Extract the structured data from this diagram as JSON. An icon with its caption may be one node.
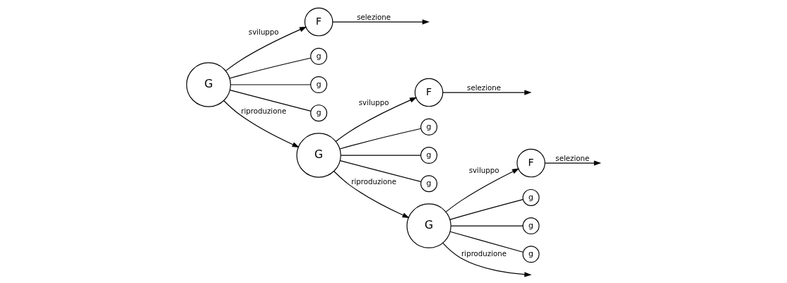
{
  "diagram": {
    "nodes": [
      {
        "text": [
          "G"
        ]
      },
      {
        "text": [
          "F"
        ]
      },
      {
        "text": [
          "g"
        ]
      },
      {
        "text": [
          "g"
        ]
      },
      {
        "text": [
          "g"
        ]
      },
      {
        "text": [
          "G"
        ]
      },
      {
        "text": [
          "F"
        ]
      },
      {
        "text": [
          "g"
        ]
      },
      {
        "text": [
          "g"
        ]
      },
      {
        "text": [
          "g"
        ]
      },
      {
        "text": [
          "G"
        ]
      },
      {
        "text": [
          "F"
        ]
      },
      {
        "text": [
          "g"
        ]
      },
      {
        "text": [
          "g"
        ]
      },
      {
        "text": [
          "g"
        ]
      }
    ],
    "edges": [
      {
        "from": 0,
        "to": 1,
        "arrow": "to",
        "label": "sviluppo"
      },
      {
        "from": 1,
        "to": null,
        "arrow": "to",
        "label": "selezione"
      },
      {
        "from": 0,
        "to": 5,
        "arrow": "to",
        "label": "riproduzione"
      },
      {
        "from": 0,
        "to": 2,
        "arrow": "none"
      },
      {
        "from": 0,
        "to": 3,
        "arrow": "none"
      },
      {
        "from": 0,
        "to": 4,
        "arrow": "none"
      },
      {
        "from": 5,
        "to": 6,
        "arrow": "to",
        "label": "sviluppo"
      },
      {
        "from": 6,
        "to": null,
        "arrow": "to",
        "label": "selezione"
      },
      {
        "from": 5,
        "to": 10,
        "arrow": "to",
        "label": "riproduzione"
      },
      {
        "from": 5,
        "to": 7,
        "arrow": "none"
      },
      {
        "from": 5,
        "to": 8,
        "arrow": "none"
      },
      {
        "from": 5,
        "to": 9,
        "arrow": "none"
      },
      {
        "from": 10,
        "to": 11,
        "arrow": "to",
        "label": "sviluppo"
      },
      {
        "from": 11,
        "to": null,
        "arrow": "to",
        "label": "selezione"
      },
      {
        "from": 10,
        "to": null,
        "arrow": "to",
        "label": "riproduzione"
      },
      {
        "from": 10,
        "to": 12,
        "arrow": "none"
      },
      {
        "from": 10,
        "to": 13,
        "arrow": "none"
      },
      {
        "from": 10,
        "to": 14,
        "arrow": "none"
      }
    ]
  }
}
